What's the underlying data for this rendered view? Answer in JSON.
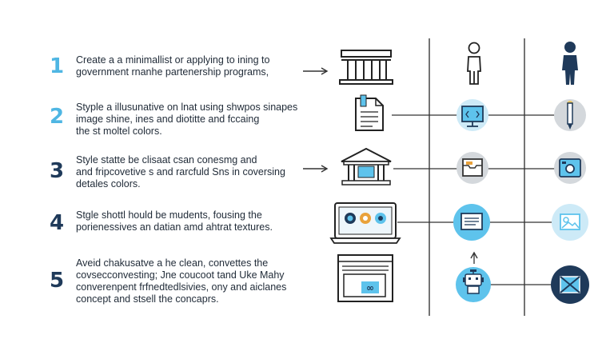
{
  "steps": [
    {
      "number": "1",
      "number_color": "#4fb6e3",
      "lines": [
        "Create a a minimallist or applying to ining to",
        "government rnanhe partenership programs,"
      ]
    },
    {
      "number": "2",
      "number_color": "#4fb6e3",
      "lines": [
        "Styple a illusunative on lnat using shwpos sinapes",
        "image shine, ines and diotitte and fccaing",
        "the st moltel colors."
      ]
    },
    {
      "number": "3",
      "number_color": "#1f3a5a",
      "lines": [
        "Style statte be clisaat csan conesmg and",
        "and fripcovetive s and rarcfuld Sns in coversing",
        "detales colors."
      ]
    },
    {
      "number": "4",
      "number_color": "#1f3a5a",
      "lines": [
        "Stgle shottl hould be mudents, fousing the",
        "porienessives an datian amd ahtrat textures."
      ]
    },
    {
      "number": "5",
      "number_color": "#1f3a5a",
      "lines": [
        "Aveid chakusatve a he clean, convettes the",
        "covsecconvesting; Jne coucoot tand Uke Mahy",
        "converenpent frfnedtedlsivies, ony and aiclanes",
        "concept and stsell the concaprs."
      ]
    }
  ],
  "icons": {
    "building": "classical-building-icon",
    "document": "document-icon",
    "bank": "bank-icon",
    "laptop": "laptop-dashboard-icon",
    "browser": "browser-window-icon",
    "person_outline": "person-outline-icon",
    "person_solid": "person-solid-icon",
    "pencil": "pencil-icon",
    "monitor": "monitor-code-icon",
    "tray": "tray-icon",
    "camera": "camera-icon",
    "screen": "screen-icon",
    "image": "image-icon",
    "robot": "robot-icon",
    "mail": "mail-icon"
  },
  "colors": {
    "accent_blue": "#5ec3ec",
    "light_blue": "#cdeaf7",
    "grey_circle": "#d4d8dc",
    "navy": "#1f3a5a",
    "line": "#333333"
  }
}
